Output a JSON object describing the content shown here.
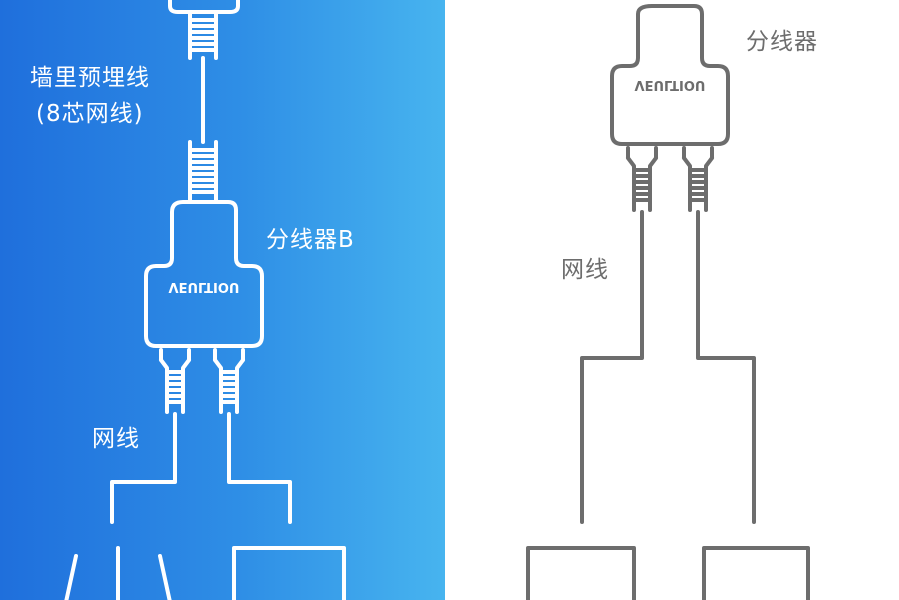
{
  "left": {
    "wall_cable_label_line1": "墙里预埋线",
    "wall_cable_label_line2": "(8芯网线)",
    "splitter_label": "分线器B",
    "brand": "VEULTIOU",
    "network_cable_label": "网线"
  },
  "right": {
    "splitter_label": "分线器",
    "brand": "VEULTIOU",
    "network_cable_label": "网线"
  },
  "colors": {
    "gradient_start": "#1f6fdc",
    "gradient_end": "#47b4ef",
    "white_line": "#ffffff",
    "gray_line": "#6d6d6d"
  }
}
